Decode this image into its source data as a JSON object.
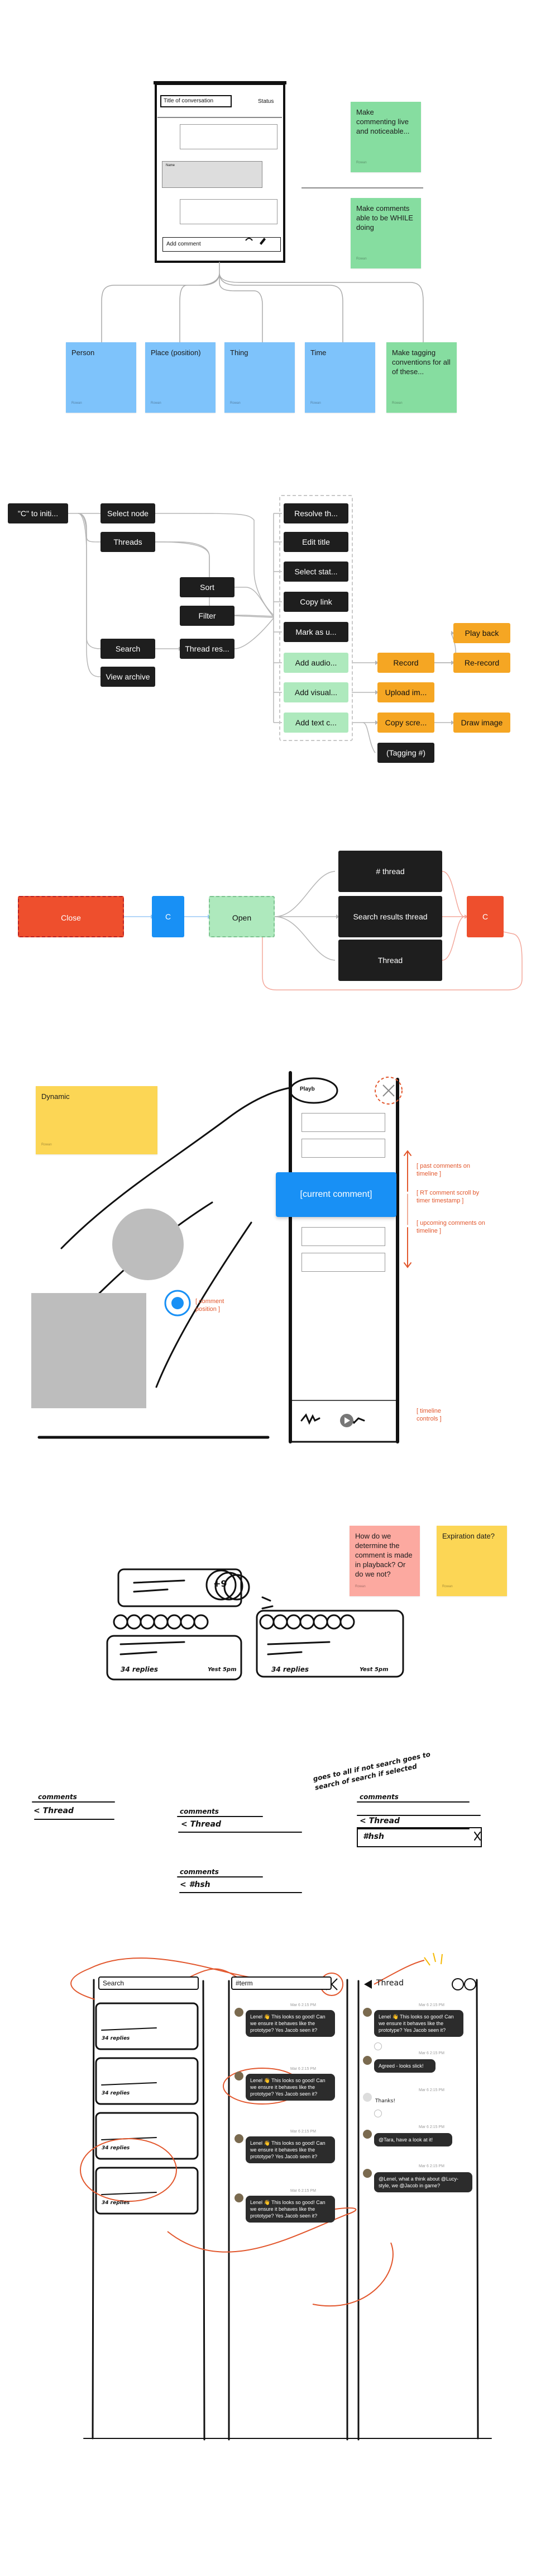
{
  "section1": {
    "mock_title": "Title of conversation",
    "mock_status": "Status",
    "mock_name_label": "Name",
    "mock_add_comment": "Add comment",
    "note_noticeable": "Make commenting live and noticeable...",
    "note_while_doing": "Make comments able to be WHILE doing",
    "tag_person": "Person",
    "tag_place": "Place (position)",
    "tag_thing": "Thing",
    "tag_time": "Time",
    "note_tagging": "Make tagging conventions for all of these..."
  },
  "flow1": {
    "start": "\"C\" to initi...",
    "select_node": "Select node",
    "threads": "Threads",
    "sort": "Sort",
    "filter": "Filter",
    "search": "Search",
    "thread_res": "Thread res...",
    "view_archive": "View archive",
    "resolve": "Resolve th...",
    "edit_title": "Edit title",
    "select_stat": "Select stat...",
    "copy_link": "Copy link",
    "mark_as": "Mark as u...",
    "add_audio": "Add audio...",
    "add_visual": "Add visual...",
    "add_text": "Add text c...",
    "record": "Record",
    "upload": "Upload im...",
    "copy_scre": "Copy scre...",
    "tagging": "(Tagging #)",
    "play_back": "Play back",
    "re_record": "Re-record",
    "draw_image": "Draw image"
  },
  "flow2": {
    "close": "Close",
    "c1": "C",
    "open": "Open",
    "thread_hash": "# thread",
    "search_results": "Search results thread",
    "thread": "Thread",
    "c2": "C"
  },
  "section3": {
    "note_dynamic": "Dynamic",
    "playback_label": "Playb",
    "current_comment": "[current comment]",
    "annot_past": "[ past comments on timeline ]",
    "annot_auto_scroll": "[ RT comment scroll by timer timestamp ]",
    "annot_upcoming": "[ upcoming comments on timeline ]",
    "annot_position": "[ comment position ]",
    "annot_timeline": "[ timeline controls ]"
  },
  "section4": {
    "note_playback": "How do we determine the comment is made in playback? Or do we not?",
    "note_expiration": "Expiration date?",
    "badge_plus": "+9",
    "replies_left": "34 replies",
    "replies_right": "34 replies",
    "time_left": "Yest 5pm",
    "time_right": "Yest 5pm",
    "sk_comments_1": "comments",
    "sk_thread_1": "< Thread",
    "sk_comments_2": "comments",
    "sk_thread_2": "< Thread",
    "sk_comments_3": "comments",
    "sk_thread_3": "< Thread",
    "sk_hash": "#hsh",
    "sk_comments_4": "comments",
    "sk_hash_2": "< #hsh",
    "sk_note": "goes to all if not search goes to search of search if selected"
  },
  "section5": {
    "search_label": "Search",
    "term_label": "#term",
    "thread_label": "Thread",
    "msg": "Lenel 👋 This looks so good! Can we ensure it behaves like the prototype? Yes Jacob seen it?",
    "reply_agreed": "Agreed - looks slick!",
    "reply_thanks": "Thanks!",
    "reply_tag": "@Tara, have a look at it!",
    "reply_last": "@Lenel, what a think about @Lucy-style, we @Jacob in game?",
    "time_stamp": "Mar 6 2:15 PM",
    "replies_small": "34 replies"
  }
}
